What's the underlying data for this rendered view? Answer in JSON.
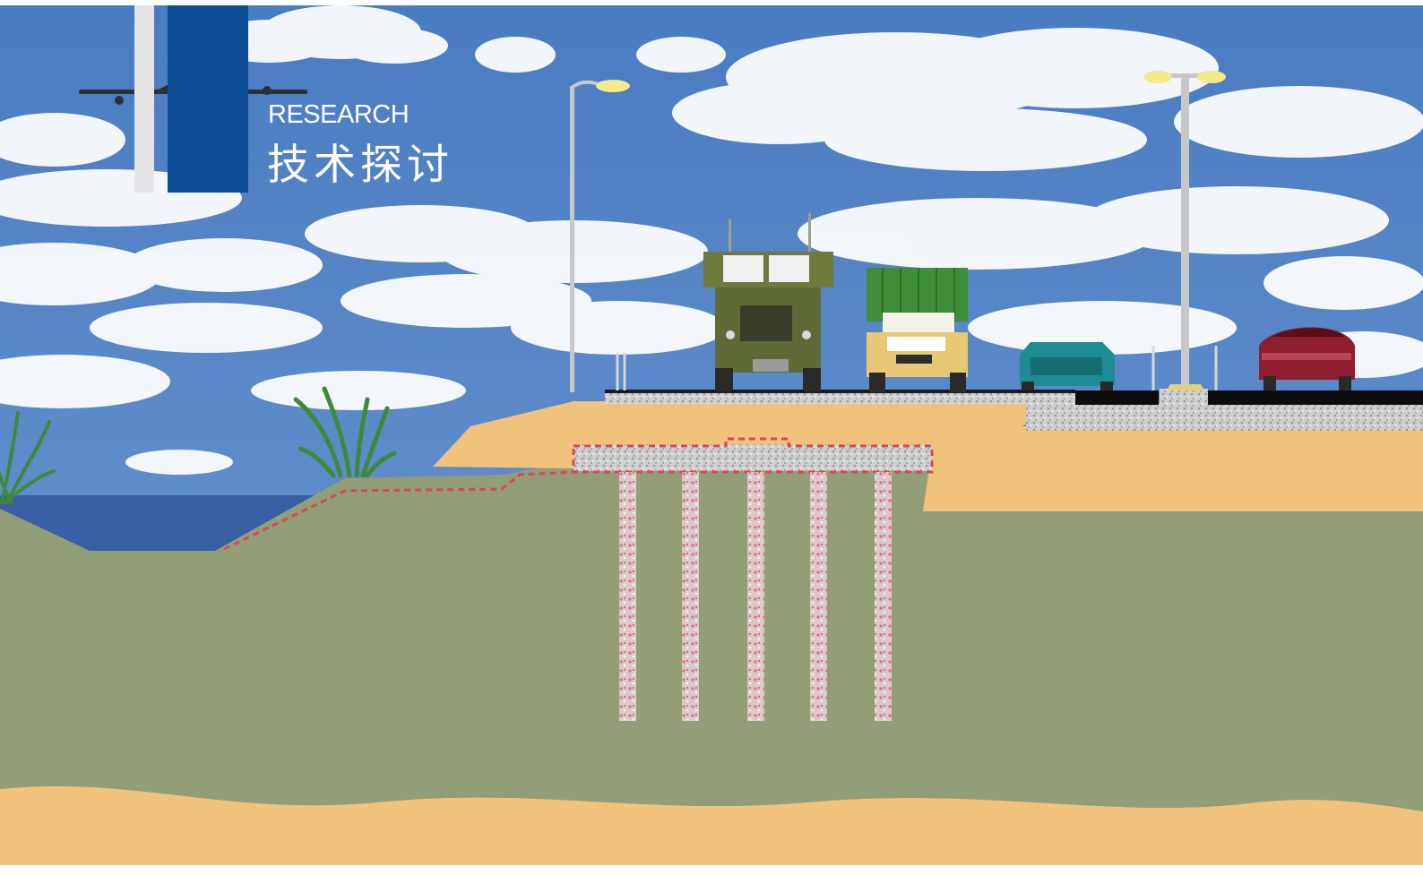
{
  "header": {
    "label_en": "RESEARCH",
    "label_cn": "技术探讨"
  },
  "colors": {
    "sky": "#4d7fc4",
    "badge_blue": "#0c4d96",
    "badge_gray": "#e4e4e4",
    "clay": "#929e78",
    "sand": "#f0c27b",
    "gravel": "#c9c9c9",
    "geotextile_dash": "#e0464f",
    "sea": "#3a5fa5"
  },
  "illustration": {
    "icons": [
      "airplane-icon",
      "street-lamp-icon",
      "double-street-lamp-icon",
      "truck-icon",
      "car-icon"
    ],
    "pile_count": 5
  }
}
